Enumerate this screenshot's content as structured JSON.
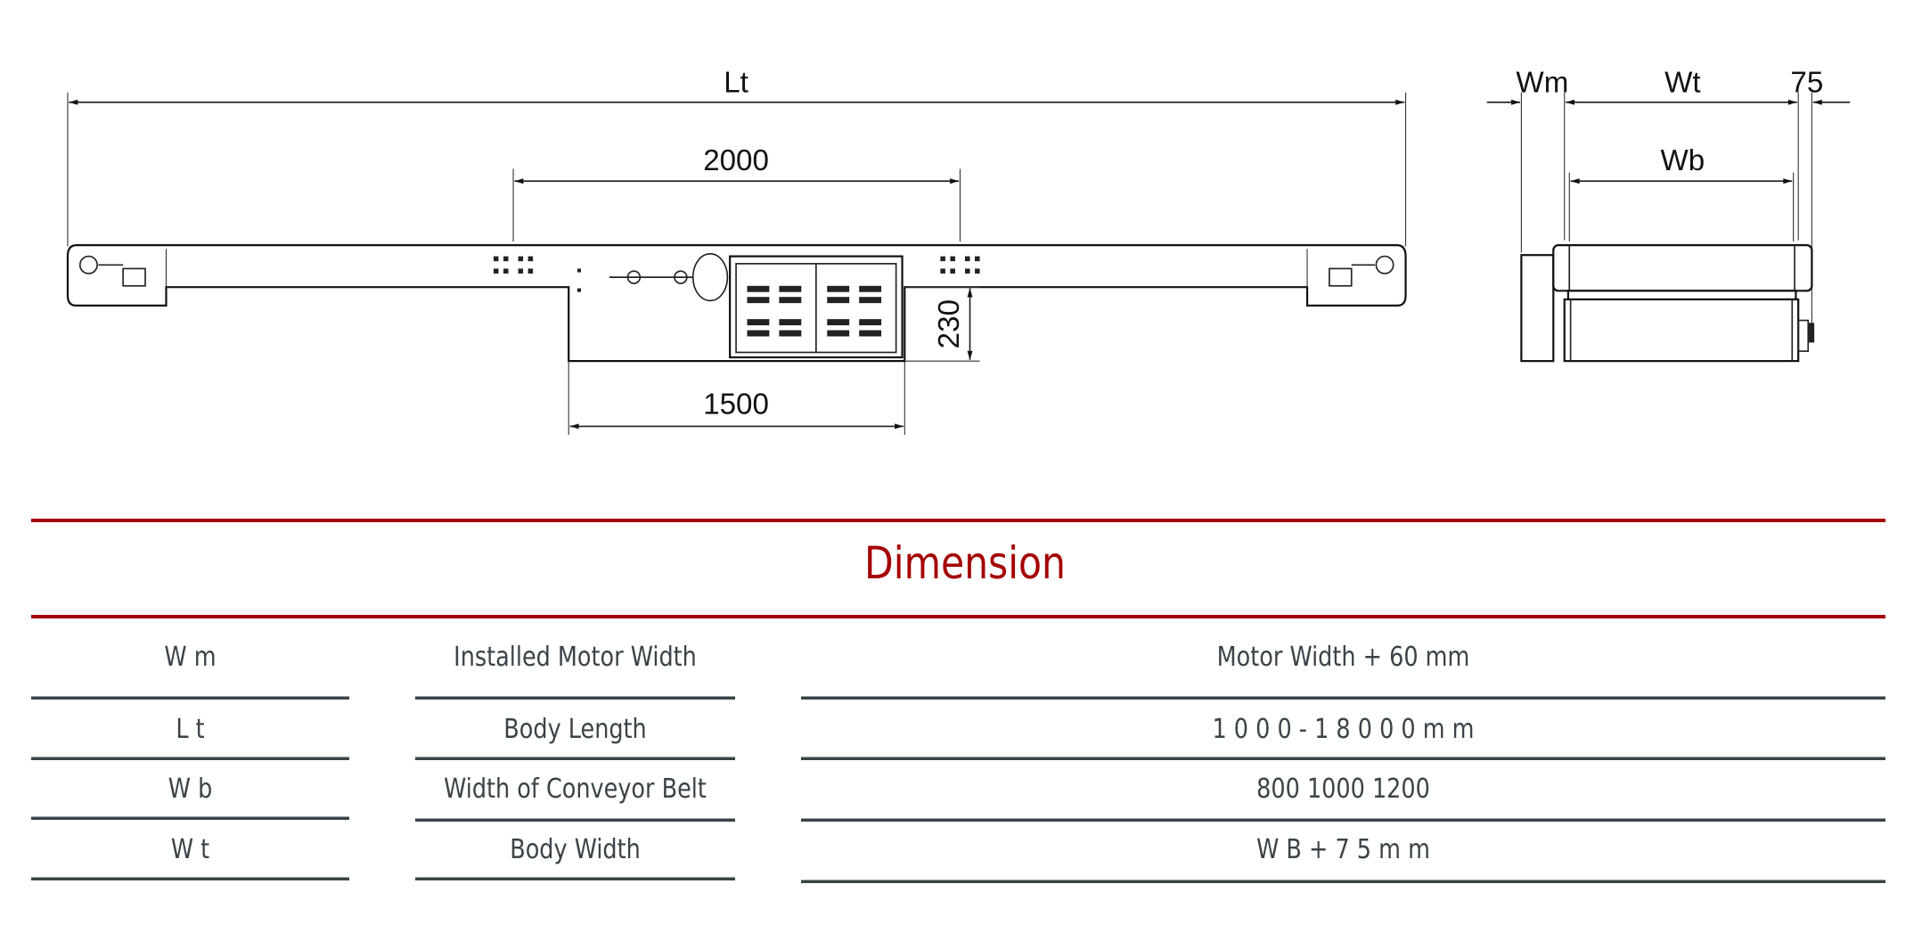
{
  "drawing": {
    "side_view": {
      "total_length_label": "Lt",
      "motor_span_label": "2000",
      "drop_height_label": "230",
      "drop_length_label": "1500"
    },
    "end_view": {
      "motor_width_label": "Wm",
      "body_width_label": "Wt",
      "offset_label": "75",
      "belt_width_label": "Wb"
    }
  },
  "title": "Dimension",
  "colors": {
    "accent": "#a50000",
    "text": "#3a4348"
  },
  "rows": [
    {
      "symbol": "W m",
      "name": "Installed Motor Width",
      "value": "Motor Width + 60 mm"
    },
    {
      "symbol": "L t",
      "name": "Body Length",
      "value": "1 0 0 0 - 1 8 0 0 0 m m"
    },
    {
      "symbol": "W b",
      "name": "Width of Conveyor Belt",
      "value": "800  1000  1200"
    },
    {
      "symbol": "W t",
      "name": "Body Width",
      "value": "W B + 7 5 m m"
    }
  ]
}
